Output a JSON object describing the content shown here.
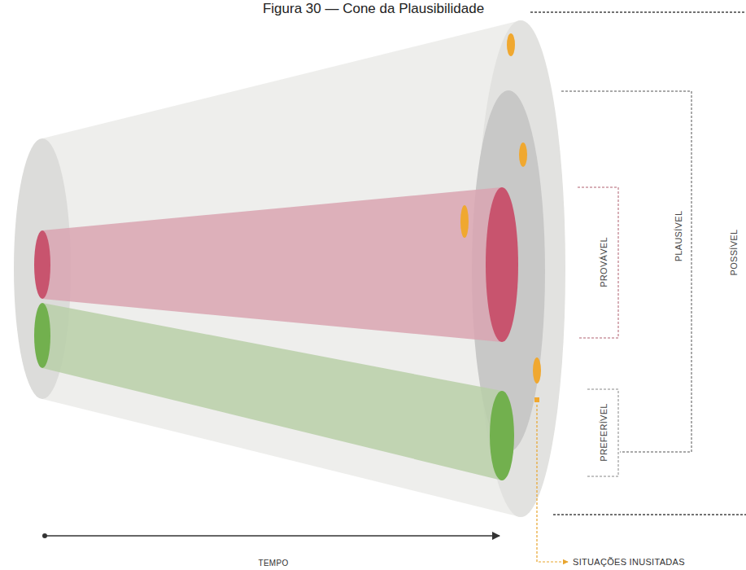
{
  "diagram": {
    "title": "Figura 30 — Cone da Plausibilidade",
    "labels": [
      "PROVÁVEL",
      "PLAUSÍVEL",
      "POSSÍVEL",
      "PREFERÍVEL",
      "TEMPO",
      "SITUAÇÕES INUSITADAS"
    ]
  }
}
